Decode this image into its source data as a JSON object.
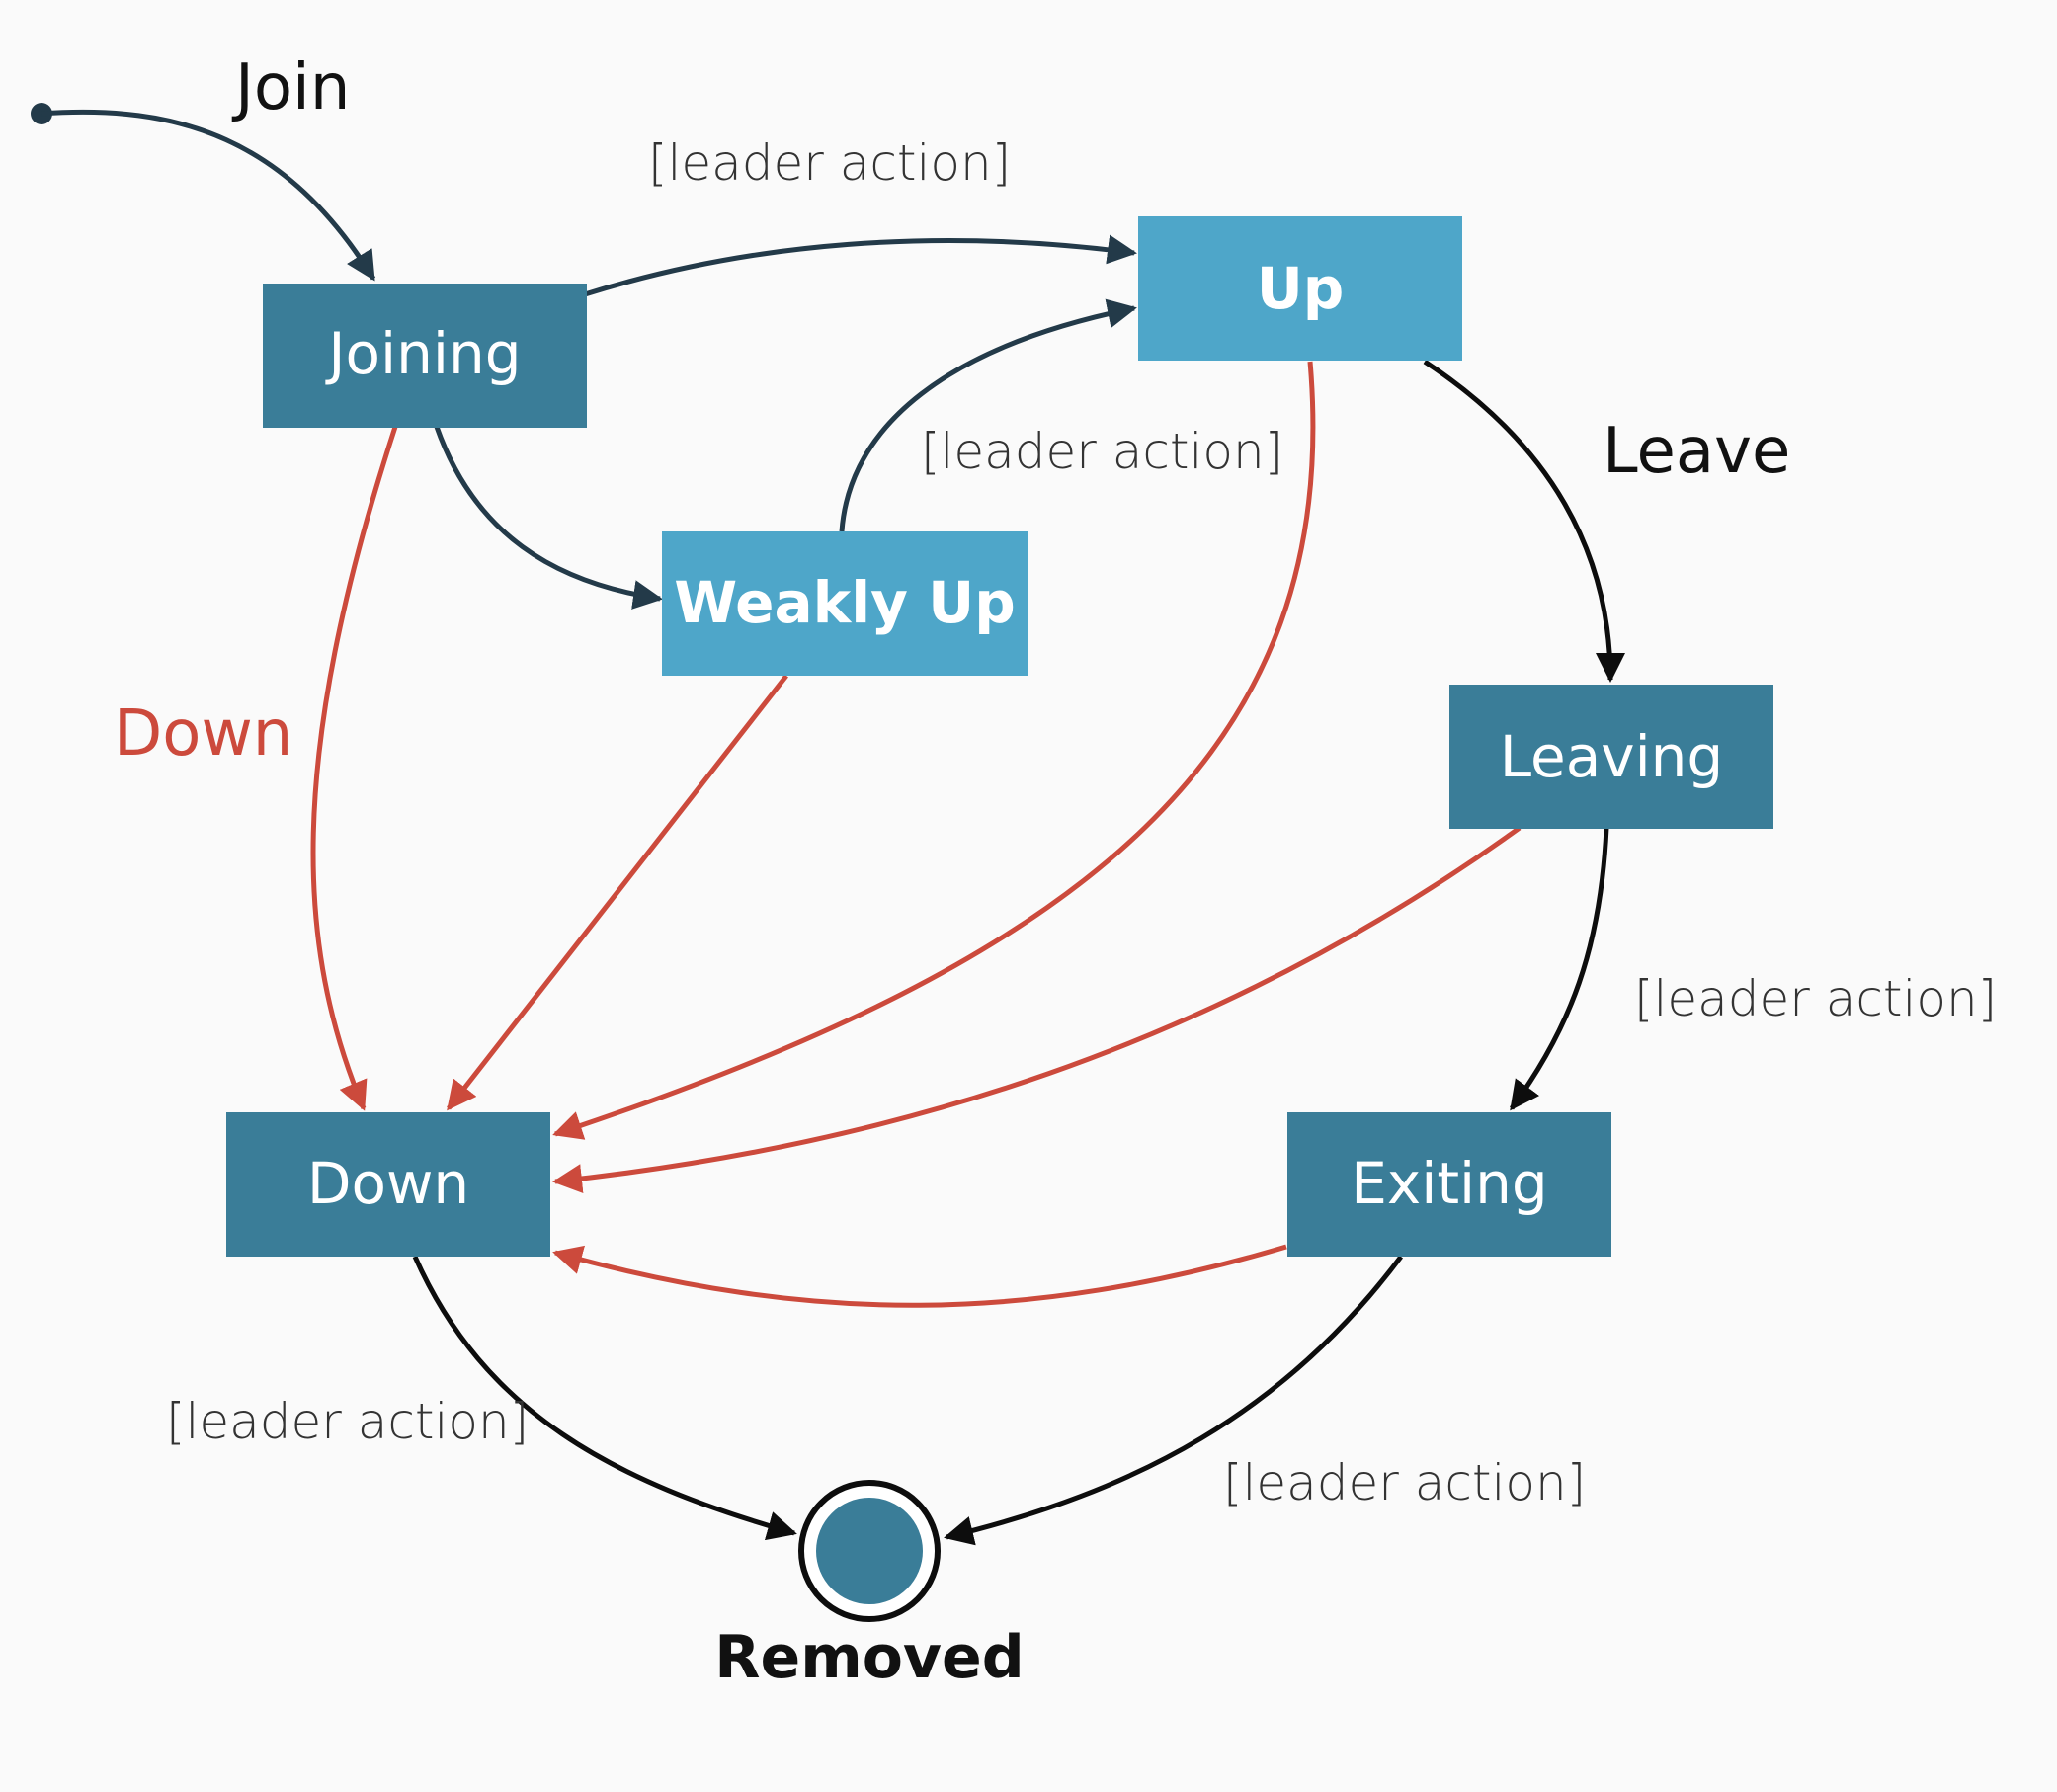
{
  "colors": {
    "background": "#fafafa",
    "state_dark": "#3a7d98",
    "state_light": "#4ea6c9",
    "edge_dark": "#233a49",
    "edge_red": "#cc4a3c",
    "edge_black": "#0d0d0d",
    "text_dark": "#111111",
    "text_label": "#333333"
  },
  "states": {
    "joining": "Joining",
    "up": "Up",
    "weakly_up": "Weakly Up",
    "leaving": "Leaving",
    "down": "Down",
    "exiting": "Exiting",
    "removed": "Removed"
  },
  "events": {
    "join": "Join",
    "leave": "Leave",
    "down": "Down"
  },
  "guards": {
    "joining_to_up": "[leader action]",
    "weakly_up_to_up": "[leader action]",
    "leaving_to_exiting": "[leader action]",
    "down_to_removed": "[leader action]",
    "exiting_to_removed": "[leader action]"
  }
}
